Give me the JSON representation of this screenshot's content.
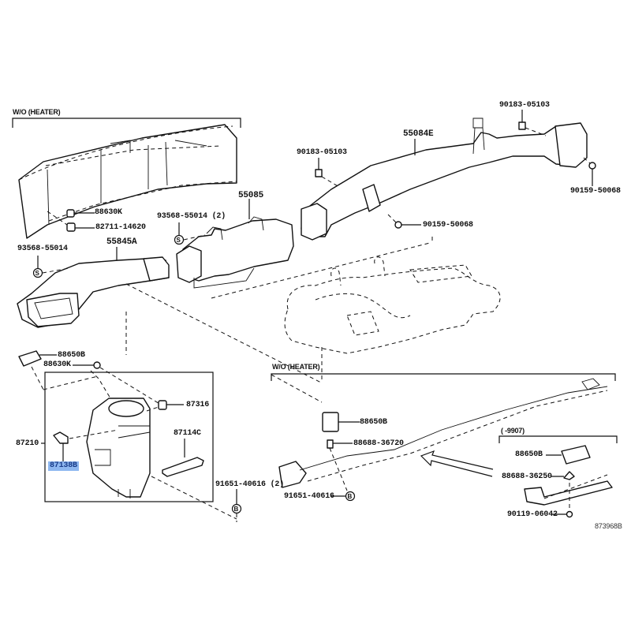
{
  "diagram": {
    "figure_id": "873968B",
    "sections": {
      "top_left": "W/O (HEATER)",
      "lower_right": "W/O (HEATER)",
      "lower_right_inset": "(      -9907)"
    },
    "labels": {
      "p88630K_top": "88630K",
      "p82711": "82711-14620",
      "p93568_left": "93568-55014",
      "p55845A": "55845A",
      "p93568_mid": "93568-55014 (2)",
      "p55085": "55085",
      "p55084E": "55084E",
      "p90183_left": "90183-05103",
      "p90183_right": "90183-05103",
      "p90159_mid": "90159-50068",
      "p90159_right": "90159-50068",
      "p88650B_left": "88650B",
      "p88630K_left": "88630K",
      "p87316": "87316",
      "p87210": "87210",
      "p87138B": "87138B",
      "p87114C": "87114C",
      "p91651_left": "91651-40616 (2)",
      "p88650B_mid": "88650B",
      "p88688_36720": "88688-36720",
      "p91651_mid": "91651-40616",
      "p88650B_right": "88650B",
      "p88688_36250": "88688-36250",
      "p90119": "90119-06042"
    },
    "symbols": {
      "s": "S",
      "b": "B"
    },
    "highlighted_part": "87138B"
  }
}
